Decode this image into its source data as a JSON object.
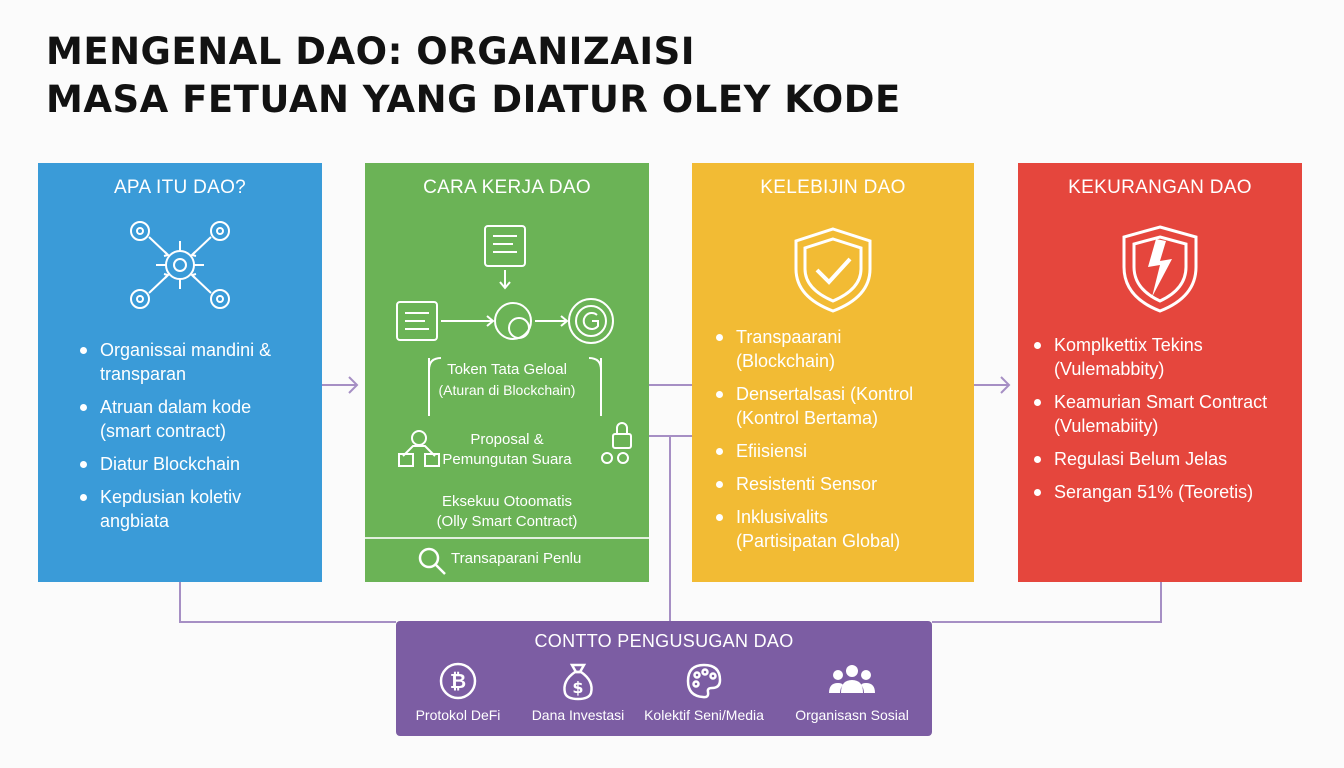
{
  "title": {
    "line1": "MENGENAL DAO: ORGANIZAISI",
    "line2": "MASA FETUAN YANG DIATUR OLEY KODE"
  },
  "cards": {
    "what": {
      "title": "APA ITU DAO?",
      "color": "#3a9bd8",
      "icon": "connected-gears-icon",
      "bullets": [
        {
          "l1": "Organissai mandini &",
          "l2": "transparan"
        },
        {
          "l1": "Atruan dalam kode",
          "l2": "(smart contract)"
        },
        {
          "l1": "Diatur Blockchain",
          "l2": ""
        },
        {
          "l1": "Kepdusian koletiv",
          "l2": "angbiata"
        }
      ]
    },
    "how": {
      "title": "CARA KERJA DAO",
      "color": "#6bb356",
      "token_l1": "Token Tata Geloal",
      "token_l2": "(Aturan di Blockchain)",
      "proposal_l1": "Proposal &",
      "proposal_l2": "Pemungutan Suara",
      "exec_l1": "Eksekuu Otoomatis",
      "exec_l2": "(Olly Smart Contract)",
      "footer": "Transaparani Penlu"
    },
    "pros": {
      "title": "KELEBIJIN DAO",
      "color": "#f2bb34",
      "icon": "shield-check-icon",
      "bullets": [
        {
          "l1": "Transpaarani",
          "l2": "(Blockchain)"
        },
        {
          "l1": "Densertalsasi (Kontrol",
          "l2": "(Kontrol Bertama)"
        },
        {
          "l1": "Efiisiensi",
          "l2": ""
        },
        {
          "l1": "Resistenti Sensor",
          "l2": ""
        },
        {
          "l1": "Inklusivalits",
          "l2": "(Partisipatan Global)"
        }
      ]
    },
    "cons": {
      "title": "KEKURANGAN DAO",
      "color": "#e5463d",
      "icon": "broken-shield-icon",
      "bullets": [
        {
          "l1": "Komplkettix Tekins",
          "l2": "(Vulemabbity)"
        },
        {
          "l1": "Keamurian Smart Contract",
          "l2": "(Vulemabiity)"
        },
        {
          "l1": "Regulasi Belum Jelas",
          "l2": ""
        },
        {
          "l1": "Serangan 51% (Teoretis)",
          "l2": ""
        }
      ]
    }
  },
  "examples": {
    "title": "CONTTO PENGUSUGAN DAO",
    "color": "#7c5da3",
    "items": [
      {
        "label": "Protokol DeFi",
        "icon": "bitcoin-icon"
      },
      {
        "label": "Dana Investasi",
        "icon": "money-bag-icon"
      },
      {
        "label": "Kolektif Seni/Media",
        "icon": "palette-icon"
      },
      {
        "label": "Organisasn Sosial",
        "icon": "people-group-icon"
      }
    ]
  }
}
